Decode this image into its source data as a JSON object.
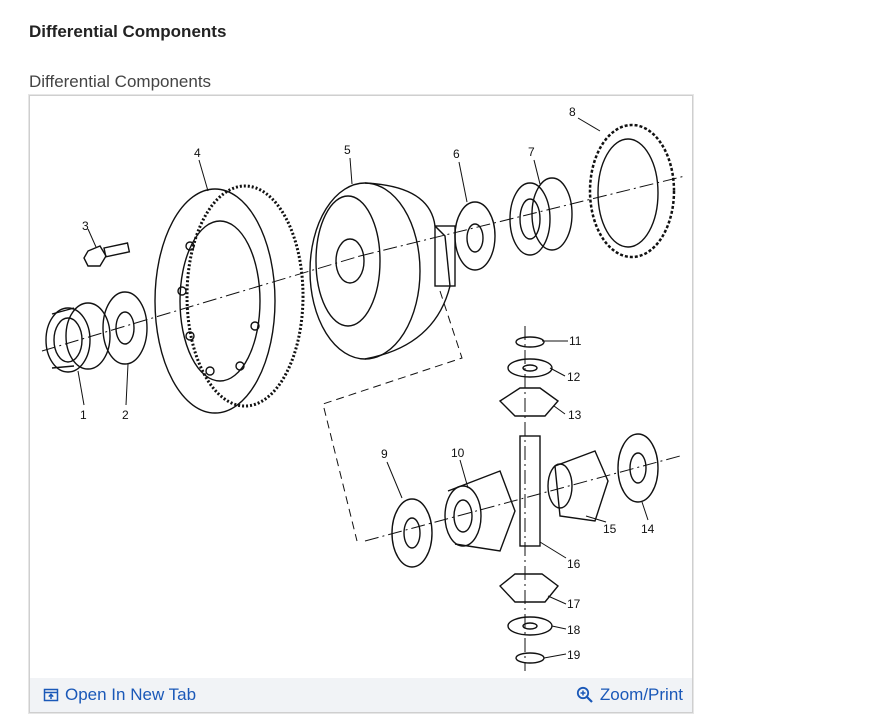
{
  "page": {
    "heading": "Differential Components",
    "caption": "Differential Components"
  },
  "figure": {
    "callouts": [
      "1",
      "2",
      "3",
      "4",
      "5",
      "6",
      "7",
      "8",
      "9",
      "10",
      "11",
      "12",
      "13",
      "14",
      "15",
      "16",
      "17",
      "18",
      "19"
    ]
  },
  "actions": {
    "open_new_tab": "Open In New Tab",
    "zoom_print": "Zoom/Print",
    "open_icon": "open-in-new-tab-icon",
    "zoom_icon": "zoom-magnifier-icon",
    "link_color": "#1a58b8"
  }
}
